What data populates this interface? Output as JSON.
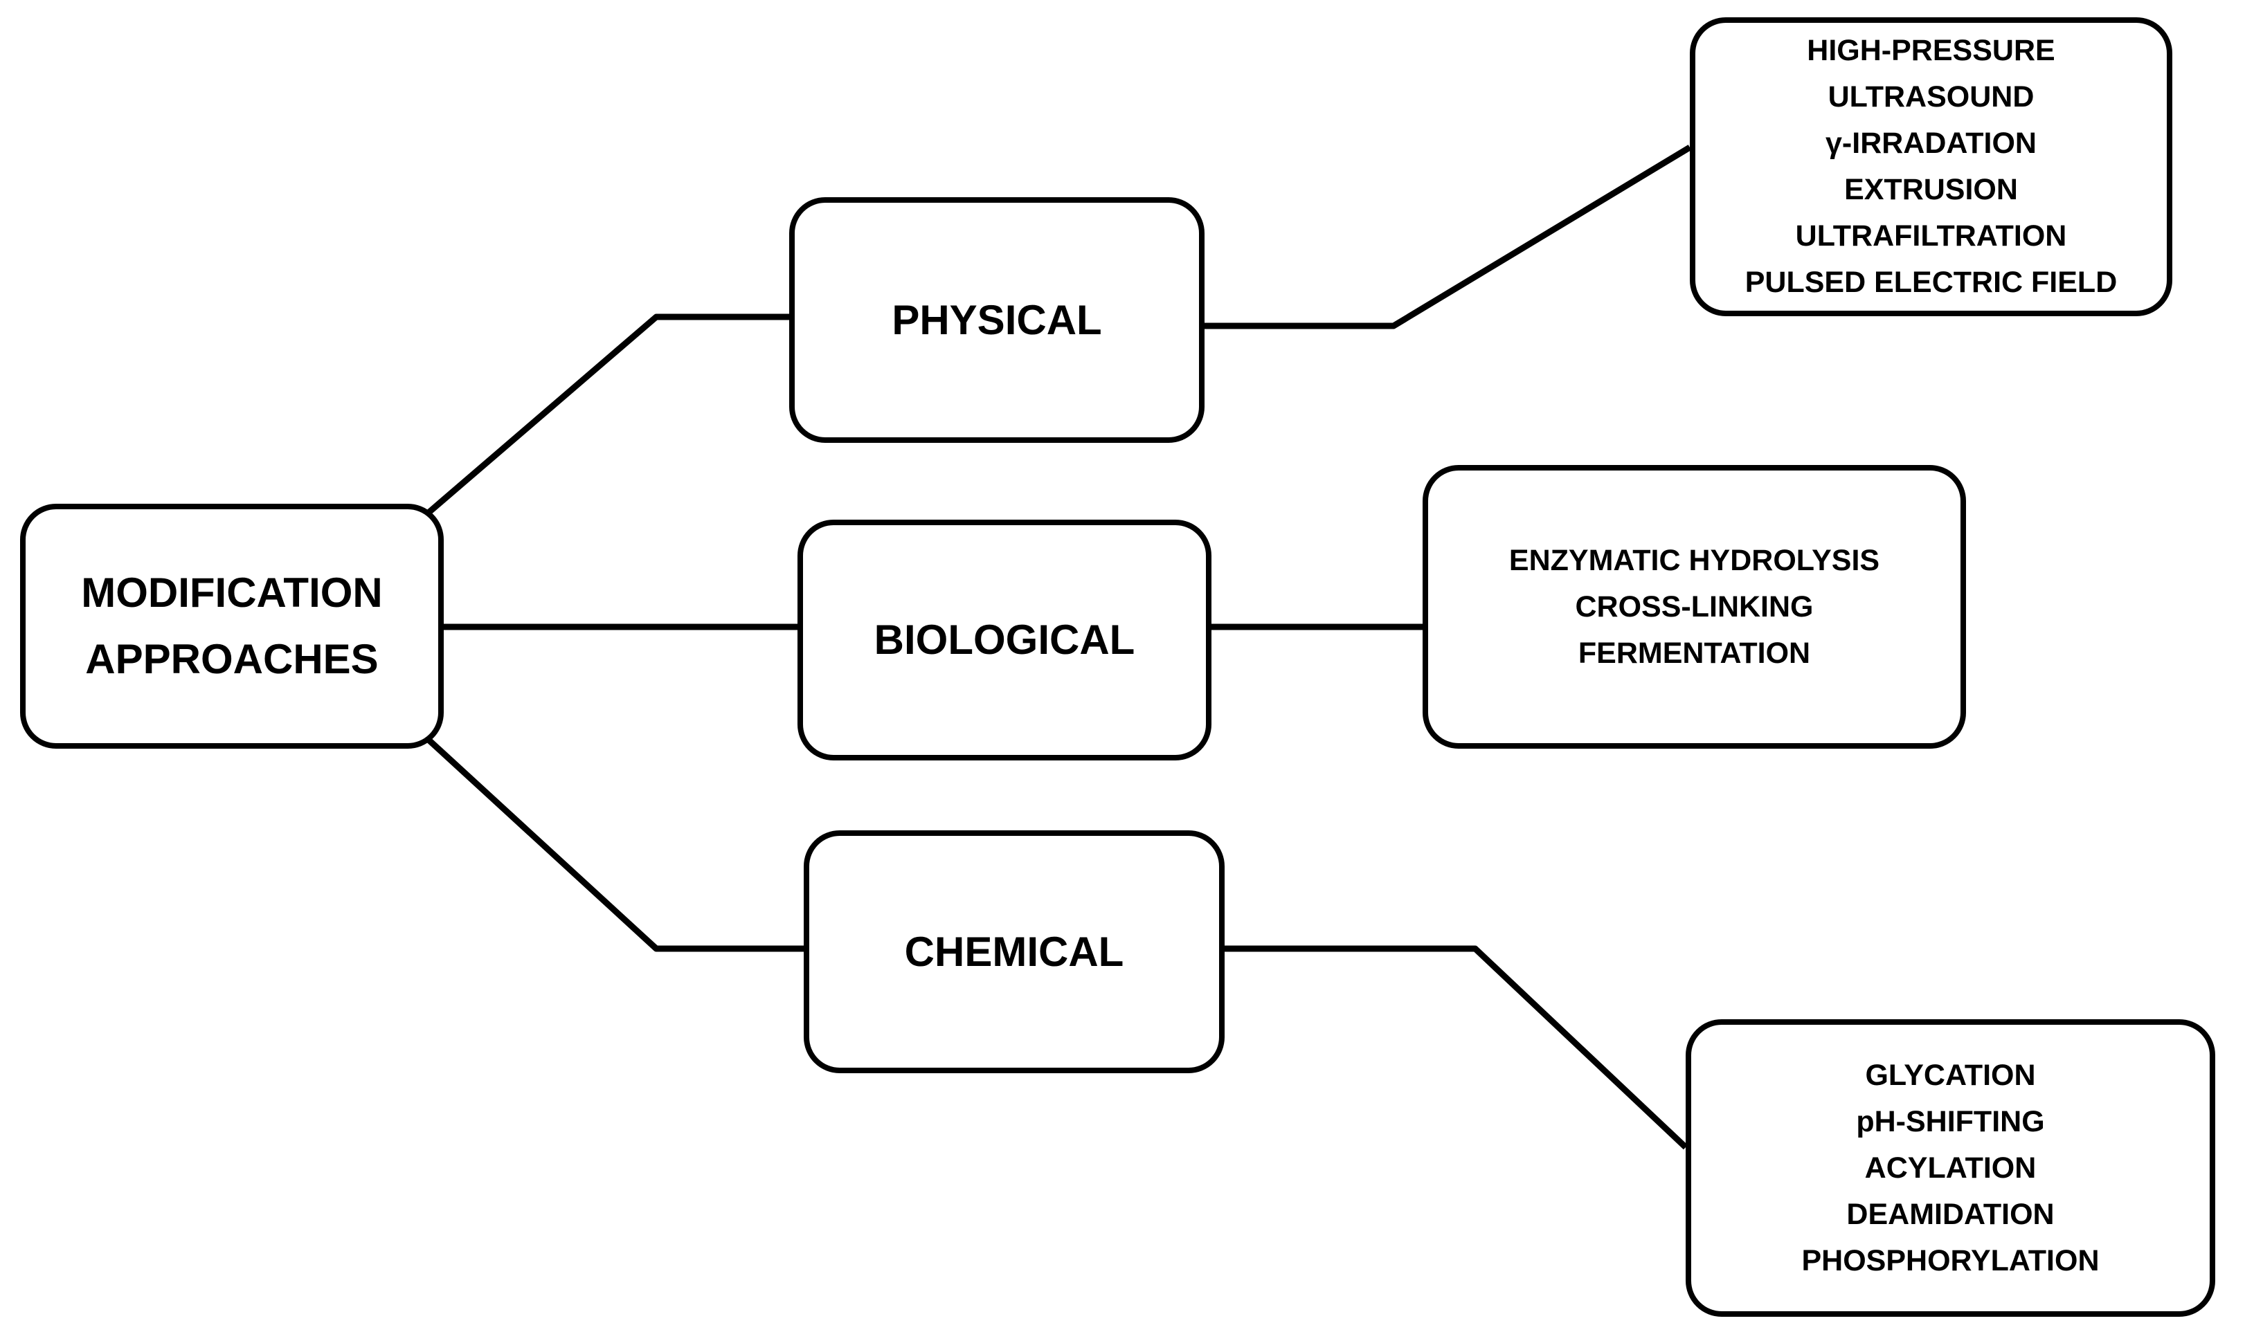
{
  "diagram": {
    "title_box": {
      "line1": "MODIFICATION",
      "line2": "APPROACHES"
    },
    "categories": [
      {
        "label": "PHYSICAL",
        "methods": [
          "HIGH-PRESSURE",
          "ULTRASOUND",
          "γ-IRRADATION",
          "EXTRUSION",
          "ULTRAFILTRATION",
          "PULSED ELECTRIC FIELD"
        ]
      },
      {
        "label": "BIOLOGICAL",
        "methods": [
          "ENZYMATIC HYDROLYSIS",
          "CROSS-LINKING",
          "FERMENTATION"
        ]
      },
      {
        "label": "CHEMICAL",
        "methods": [
          "GLYCATION",
          "pH-SHIFTING",
          "ACYLATION",
          "DEAMIDATION",
          "PHOSPHORYLATION"
        ]
      }
    ],
    "colors": {
      "stroke": "#000000",
      "background": "#ffffff",
      "text": "#000000"
    }
  }
}
